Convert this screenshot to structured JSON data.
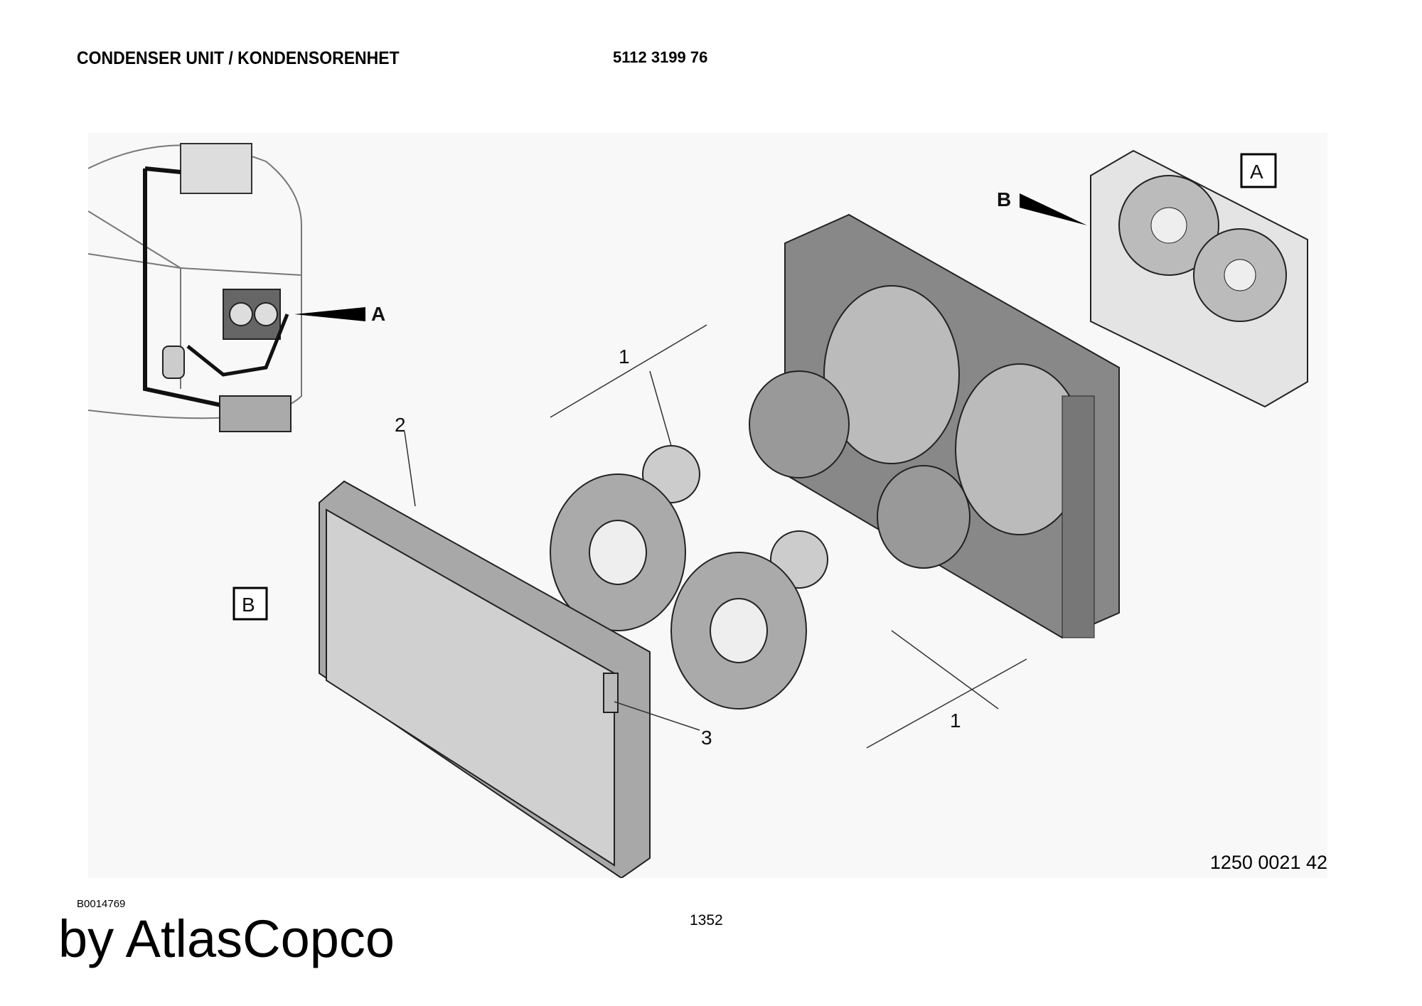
{
  "header": {
    "title": "CONDENSER UNIT / KONDENSORENHET",
    "part_number": "5112 3199 76"
  },
  "drawing": {
    "callouts": [
      "1",
      "1",
      "2",
      "3"
    ],
    "view_labels": {
      "box_a": "A",
      "box_b": "B",
      "arrow_a": "A",
      "arrow_b": "B"
    },
    "figure_number": "1250 0021 42"
  },
  "footer": {
    "reference": "B0014769",
    "page_number": "1352",
    "brand": "by AtlasCopco"
  }
}
